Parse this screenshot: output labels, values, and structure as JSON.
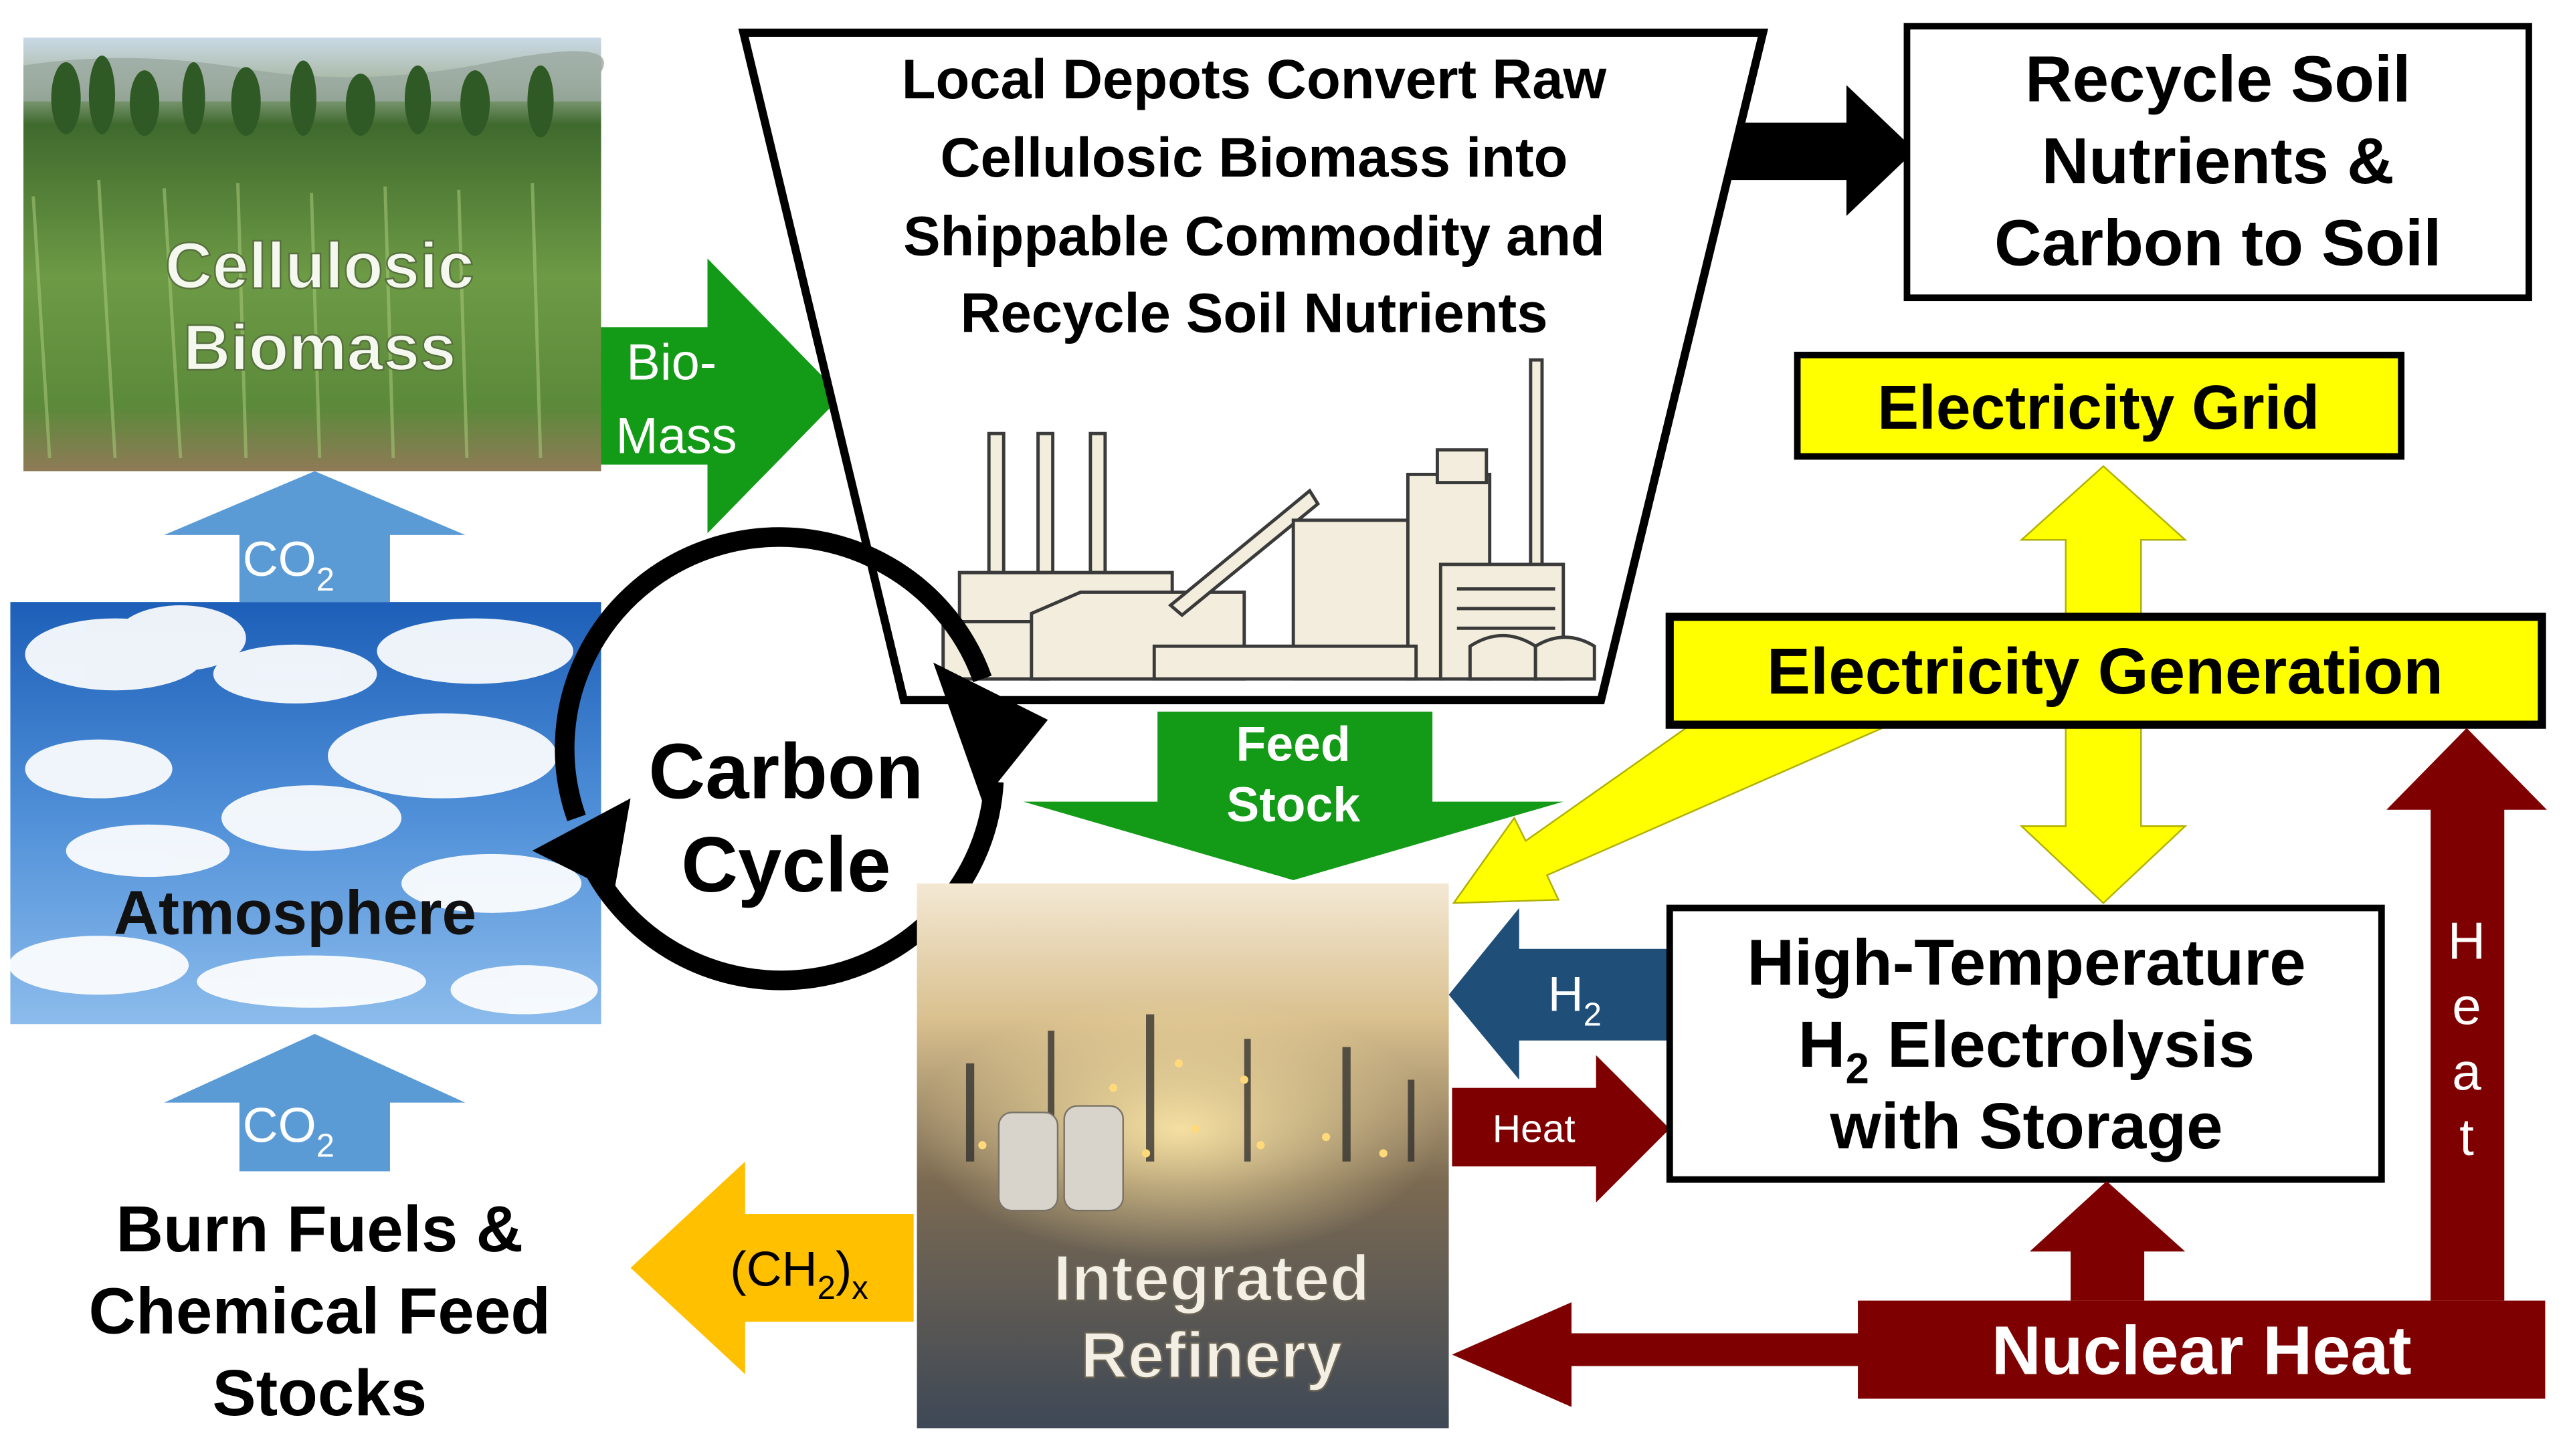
{
  "nodes": {
    "cellulosic_biomass": {
      "line1": "Cellulosic",
      "line2": "Biomass"
    },
    "atmosphere": {
      "label": "Atmosphere"
    },
    "burn_fuels": {
      "line1": "Burn Fuels &",
      "line2": "Chemical Feed",
      "line3": "Stocks"
    },
    "carbon_cycle": {
      "line1": "Carbon",
      "line2": "Cycle"
    },
    "local_depots": {
      "line1": "Local Depots Convert Raw",
      "line2": "Cellulosic Biomass into",
      "line3": "Shippable Commodity and",
      "line4": "Recycle Soil Nutrients"
    },
    "recycle_soil": {
      "line1": "Recycle Soil",
      "line2": "Nutrients &",
      "line3": "Carbon to Soil"
    },
    "electricity_grid": {
      "label": "Electricity Grid"
    },
    "electricity_generation": {
      "label": "Electricity Generation"
    },
    "electrolysis": {
      "line1": "High-Temperature",
      "line2_main": "H",
      "line2_sub": "2",
      "line2_rest": " Electrolysis",
      "line3": "with Storage"
    },
    "refinery": {
      "line1": "Integrated",
      "line2": "Refinery"
    },
    "nuclear_heat": {
      "label": "Nuclear Heat"
    }
  },
  "arrows": {
    "co2_top": {
      "main": "CO",
      "sub": "2"
    },
    "co2_bottom": {
      "main": "CO",
      "sub": "2"
    },
    "biomass": {
      "line1": "Bio-",
      "line2": "Mass"
    },
    "feed_stock": {
      "line1": "Feed",
      "line2": "Stock"
    },
    "h2": {
      "main": "H",
      "sub": "2"
    },
    "heat_small": {
      "label": "Heat"
    },
    "heat_vertical": {
      "c1": "H",
      "c2": "e",
      "c3": "a",
      "c4": "t"
    },
    "ch2x": {
      "open": "(CH",
      "sub1": "2",
      "close": ")",
      "sub2": "x"
    }
  },
  "colors": {
    "green": "#139a17",
    "blue": "#5b9bd5",
    "dark_blue": "#1f4e79",
    "yellow": "#ffff00",
    "dark_red": "#7f0000",
    "orange": "#ffc000",
    "black": "#000000"
  }
}
